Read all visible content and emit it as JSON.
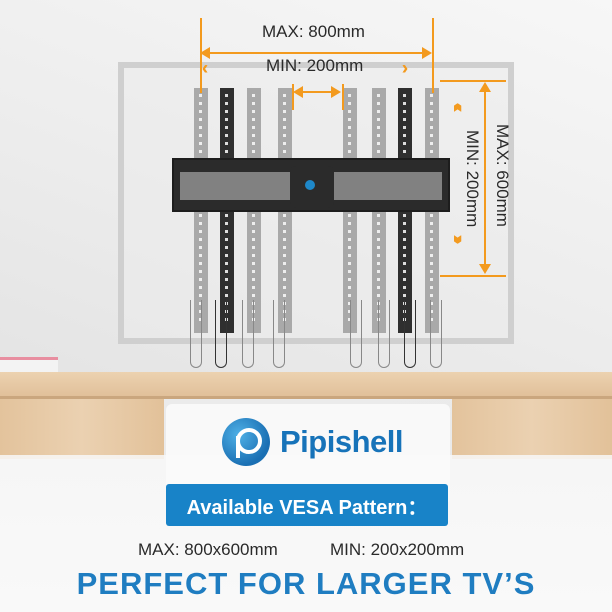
{
  "brand": {
    "name": "Pipishell",
    "logo_icon": "pipishell-logo-icon",
    "color": "#1773b9"
  },
  "dimensions": {
    "horizontal_max": "MAX: 800mm",
    "horizontal_min": "MIN: 200mm",
    "vertical_max": "MAX: 600mm",
    "vertical_min": "MIN: 200mm",
    "accent_color": "#f39a1e"
  },
  "vesa": {
    "button_label": "Available VESA Pattern：",
    "max_spec": "MAX: 800x600mm",
    "min_spec": "MIN: 200x200mm",
    "button_color": "#1883c8"
  },
  "headline": {
    "text": "PERFECT FOR LARGER TV’S",
    "color": "#1f7dc1"
  }
}
